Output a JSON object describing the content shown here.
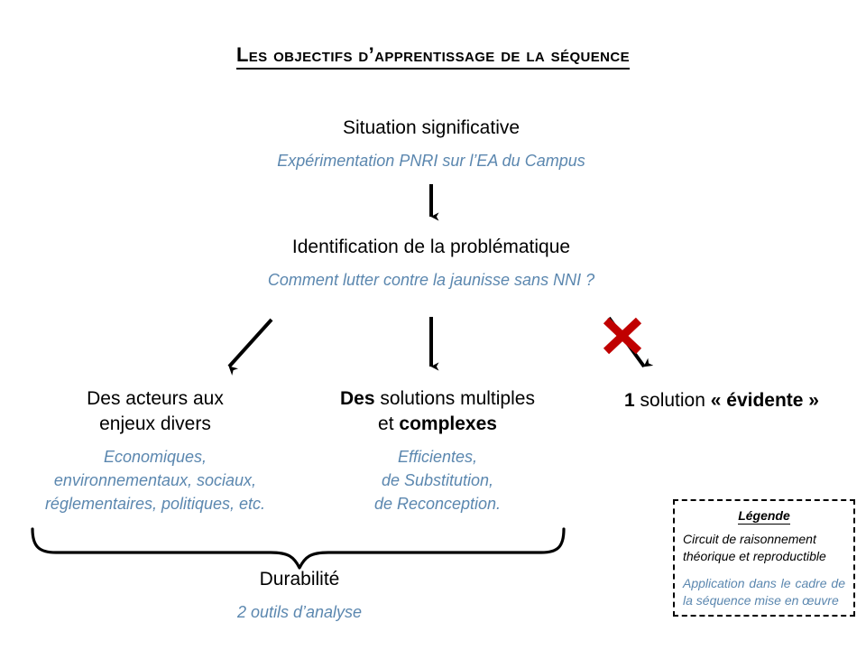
{
  "slide": {
    "title": "Les objectifs d’apprentissage de la séquence",
    "background_color": "#ffffff"
  },
  "colors": {
    "heading_text": "#000000",
    "application_text": "#5b87af",
    "cross_mark": "#c00000",
    "connector": "#000000"
  },
  "nodes": {
    "situation": {
      "heading": "Situation significative",
      "subtitle": "Expérimentation PNRI sur l’EA du Campus"
    },
    "problematique": {
      "heading": "Identification de la problématique",
      "subtitle": "Comment lutter contre la jaunisse sans NNI ?"
    },
    "acteurs": {
      "heading_line1": "Des acteurs aux",
      "heading_line2": "enjeux divers",
      "subtitle_line1": "Economiques,",
      "subtitle_line2": "environnementaux, sociaux,",
      "subtitle_line3": "réglementaires, politiques, etc."
    },
    "solutions": {
      "heading_line1_bold": "Des",
      "heading_line1_rest": " solutions multiples",
      "heading_line2_rest": "et ",
      "heading_line2_bold": "complexes",
      "subtitle_line1": "Efficientes,",
      "subtitle_line2": "de Substitution,",
      "subtitle_line3": "de Reconception."
    },
    "evidente": {
      "heading_bold1": "1",
      "heading_mid": " solution ",
      "heading_bold2": "« évidente »"
    },
    "durabilite": {
      "heading": "Durabilité",
      "subtitle": "2 outils d’analyse"
    }
  },
  "connectors": {
    "arrow_situation_to_problematique": "down-arrow-icon",
    "arrow_to_acteurs": "diagonal-down-left-arrow-icon",
    "arrow_to_solutions": "down-arrow-icon",
    "arrow_to_evidente": "diagonal-down-right-arrow-icon",
    "cross_over_evidente_arrow": "red-cross-icon",
    "brace_to_durabilite": "curly-brace-icon"
  },
  "legend": {
    "title": "Légende",
    "black_line1": "Circuit de raisonnement",
    "black_line2": "théorique et reproductible",
    "blue_line1": "Application dans le cadre de",
    "blue_line2": "la séquence mise en œuvre"
  }
}
